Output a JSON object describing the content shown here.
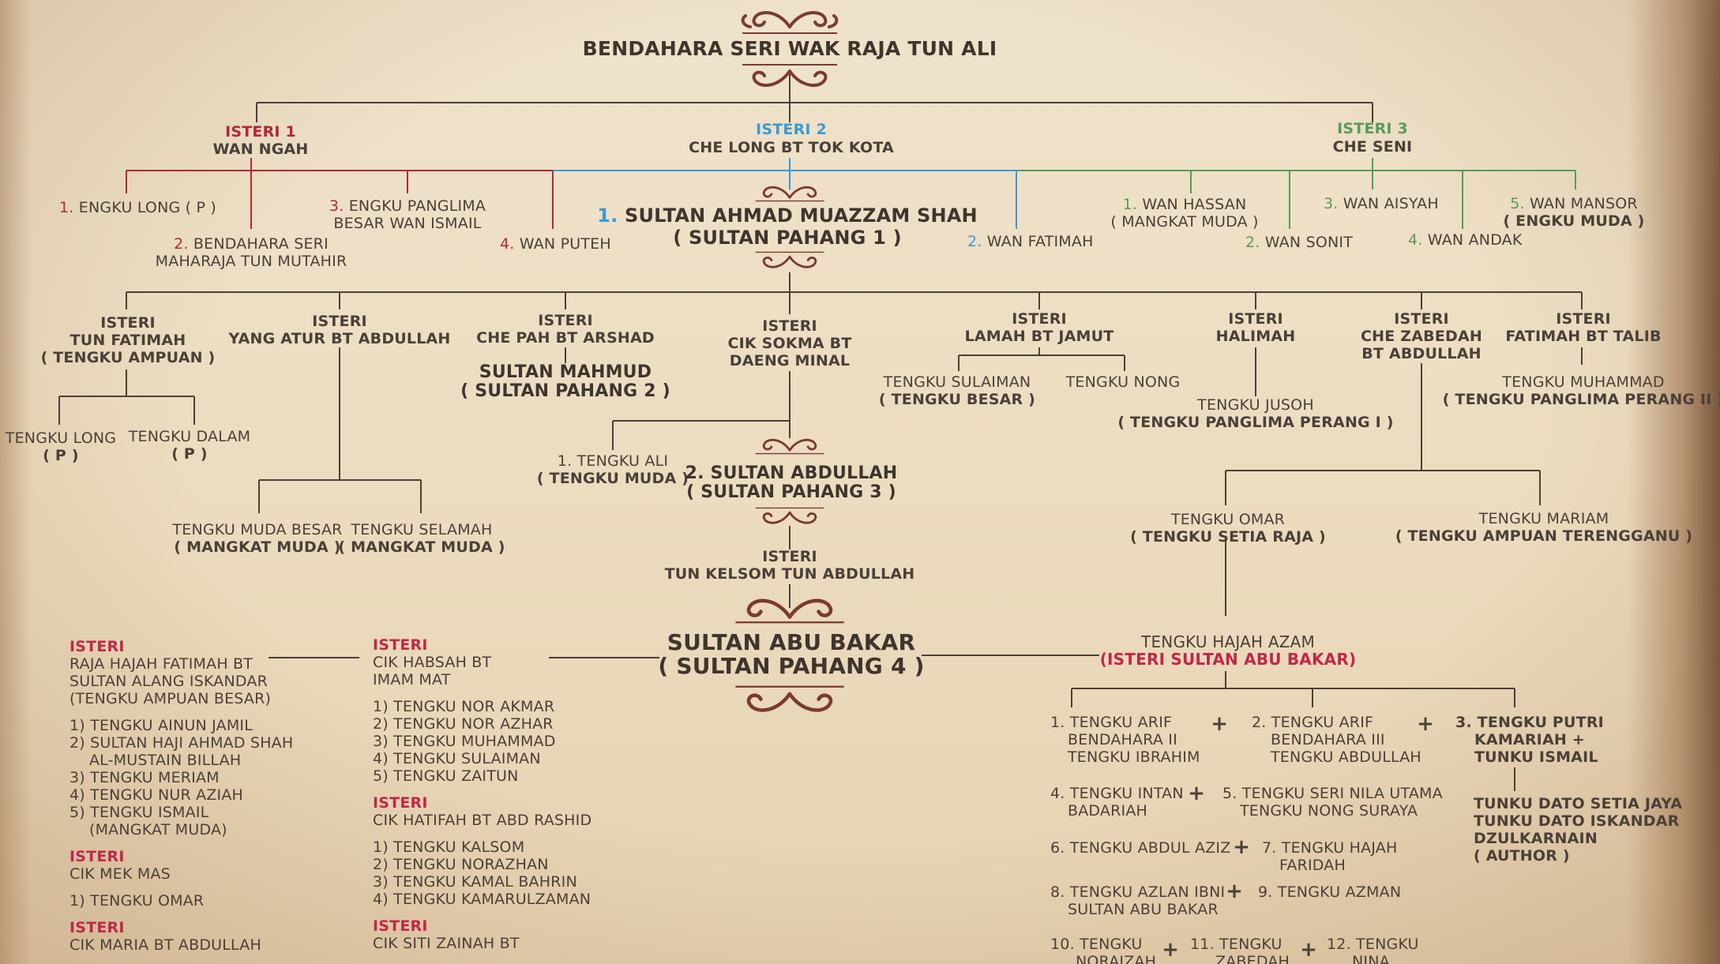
{
  "title": "BENDAHARA SERI WAK RAJA TUN ALI",
  "wives_top": [
    {
      "label": "ISTERI 1",
      "name": "WAN NGAH",
      "color": "#b0283a"
    },
    {
      "label": "ISTERI 2",
      "name": "CHE LONG BT TOK KOTA",
      "color": "#3a9ad6"
    },
    {
      "label": "ISTERI 3",
      "name": "CHE SENI",
      "color": "#5a9a5a"
    }
  ],
  "w1_children": [
    {
      "num": "1.",
      "text": "ENGKU LONG ( P )"
    },
    {
      "num": "2.",
      "text": "BENDAHARA SERI",
      "text2": "MAHARAJA TUN MUTAHIR"
    },
    {
      "num": "3.",
      "text": "ENGKU PANGLIMA",
      "text2": "BESAR WAN ISMAIL"
    },
    {
      "num": "4.",
      "text": "WAN PUTEH"
    }
  ],
  "w2_children": [
    {
      "num": "1.",
      "text": "SULTAN AHMAD MUAZZAM SHAH",
      "text2": "( SULTAN PAHANG 1 )"
    },
    {
      "num": "2.",
      "text": "WAN FATIMAH"
    }
  ],
  "w3_children": [
    {
      "num": "1.",
      "text": "WAN HASSAN",
      "text2": "( MANGKAT MUDA )"
    },
    {
      "num": "2.",
      "text": "WAN SONIT"
    },
    {
      "num": "3.",
      "text": "WAN AISYAH"
    },
    {
      "num": "4.",
      "text": "WAN ANDAK"
    },
    {
      "num": "5.",
      "text": "WAN MANSOR",
      "text2": "( ENGKU MUDA )"
    }
  ],
  "sultan1_wives": [
    {
      "l1": "ISTERI",
      "l2": "TUN FATIMAH",
      "l3": "( TENGKU AMPUAN )"
    },
    {
      "l1": "ISTERI",
      "l2": "YANG ATUR BT ABDULLAH"
    },
    {
      "l1": "ISTERI",
      "l2": "CHE PAH BT ARSHAD"
    },
    {
      "l1": "ISTERI",
      "l2": "CIK SOKMA BT",
      "l3": "DAENG MINAL"
    },
    {
      "l1": "ISTERI",
      "l2": "LAMAH BT JAMUT"
    },
    {
      "l1": "ISTERI",
      "l2": "HALIMAH"
    },
    {
      "l1": "ISTERI",
      "l2": "CHE ZABEDAH",
      "l3": "BT ABDULLAH"
    },
    {
      "l1": "ISTERI",
      "l2": "FATIMAH BT TALIB"
    }
  ],
  "gen3": {
    "tengku_long": {
      "l1": "TENGKU LONG",
      "l2": "( P )"
    },
    "tengku_dalam": {
      "l1": "TENGKU DALAM",
      "l2": "( P )"
    },
    "tengku_muda_besar": {
      "l1": "TENGKU MUDA BESAR",
      "l2": "( MANGKAT MUDA )"
    },
    "tengku_selamah": {
      "l1": "TENGKU SELAMAH",
      "l2": "( MANGKAT MUDA )"
    },
    "sultan_mahmud": {
      "l1": "SULTAN MAHMUD",
      "l2": "( SULTAN PAHANG 2 )"
    },
    "tengku_ali": {
      "l1": "1. TENGKU ALI",
      "l2": "( TENGKU MUDA )"
    },
    "sultan_abdullah": {
      "l1": "2. SULTAN ABDULLAH",
      "l2": "( SULTAN PAHANG 3 )"
    },
    "tengku_sulaiman": {
      "l1": "TENGKU SULAIMAN",
      "l2": "( TENGKU BESAR )"
    },
    "tengku_nong": {
      "l1": "TENGKU NONG"
    },
    "tengku_jusoh": {
      "l1": "TENGKU JUSOH",
      "l2": "( TENGKU PANGLIMA PERANG I )"
    },
    "tengku_muhammad": {
      "l1": "TENGKU MUHAMMAD",
      "l2": "( TENGKU PANGLIMA PERANG II )"
    },
    "tengku_omar": {
      "l1": "TENGKU OMAR",
      "l2": "( TENGKU SETIA RAJA )"
    },
    "tengku_mariam": {
      "l1": "TENGKU MARIAM",
      "l2": "( TENGKU AMPUAN TERENGGANU )"
    }
  },
  "abdullah_wife": {
    "l1": "ISTERI",
    "l2": "TUN KELSOM TUN ABDULLAH"
  },
  "sultan4": {
    "l1": "SULTAN ABU BAKAR",
    "l2": "( SULTAN PAHANG 4 )"
  },
  "azam": {
    "l1": "TENGKU HAJAH AZAM",
    "l2": "(ISTERI SULTAN ABU BAKAR)"
  },
  "left_wives": [
    {
      "label": "ISTERI",
      "name_lines": [
        "RAJA HAJAH FATIMAH BT",
        "SULTAN ALANG ISKANDAR",
        "(TENGKU AMPUAN BESAR)"
      ],
      "children": [
        "1) TENGKU AINUN JAMIL",
        "2) SULTAN HAJI AHMAD SHAH",
        "    AL-MUSTAIN BILLAH",
        "3) TENGKU MERIAM",
        "4) TENGKU NUR AZIAH",
        "5) TENGKU ISMAIL",
        "    (MANGKAT MUDA)"
      ]
    },
    {
      "label": "ISTERI",
      "name_lines": [
        "CIK MEK MAS"
      ],
      "children": [
        "1) TENGKU OMAR"
      ]
    },
    {
      "label": "ISTERI",
      "name_lines": [
        "CIK MARIA BT ABDULLAH"
      ],
      "children": []
    }
  ],
  "mid_wives": [
    {
      "label": "ISTERI",
      "name_lines": [
        "CIK HABSAH BT",
        "IMAM MAT"
      ],
      "children": [
        "1) TENGKU NOR AKMAR",
        "2) TENGKU NOR AZHAR",
        "3) TENGKU MUHAMMAD",
        "4) TENGKU SULAIMAN",
        "5) TENGKU ZAITUN"
      ]
    },
    {
      "label": "ISTERI",
      "name_lines": [
        "CIK HATIFAH BT ABD RASHID"
      ],
      "children": [
        "1) TENGKU KALSOM",
        "2) TENGKU NORAZHAN",
        "3) TENGKU KAMAL BAHRIN",
        "4) TENGKU KAMARULZAMAN"
      ]
    },
    {
      "label": "ISTERI",
      "name_lines": [
        "CIK SITI ZAINAH BT"
      ],
      "children": []
    }
  ],
  "azam_children": {
    "c1": [
      "1. TENGKU ARIF",
      "BENDAHARA II",
      "TENGKU IBRAHIM"
    ],
    "c2": [
      "2. TENGKU ARIF",
      "BENDAHARA III",
      "TENGKU ABDULLAH"
    ],
    "c3": [
      "3. TENGKU PUTRI",
      "KAMARIAH +",
      "TUNKU ISMAIL"
    ],
    "c3_desc": [
      "TUNKU DATO SETIA JAYA",
      "TUNKU DATO ISKANDAR",
      "DZULKARNAIN",
      "( AUTHOR )"
    ],
    "c4": [
      "4. TENGKU INTAN",
      "BADARIAH"
    ],
    "c5": [
      "5. TENGKU SERI NILA UTAMA",
      "TENGKU NONG SURAYA"
    ],
    "c6": [
      "6. TENGKU ABDUL AZIZ"
    ],
    "c7": [
      "7. TENGKU HAJAH",
      "FARIDAH"
    ],
    "c8": [
      "8. TENGKU AZLAN IBNI",
      "SULTAN ABU BAKAR"
    ],
    "c9": [
      "9. TENGKU AZMAN"
    ],
    "c10": [
      "10. TENGKU",
      "NORAIZAH"
    ],
    "c11": [
      "11. TENGKU",
      "ZABEDAH"
    ],
    "c12": [
      "12. TENGKU",
      "NINA"
    ]
  },
  "plus_sign": "+",
  "colors": {
    "line": "#4b4038",
    "red": "#b0283a",
    "blue": "#3a9ad6",
    "green": "#5a9a5a",
    "ornament": "#7a3a34"
  }
}
